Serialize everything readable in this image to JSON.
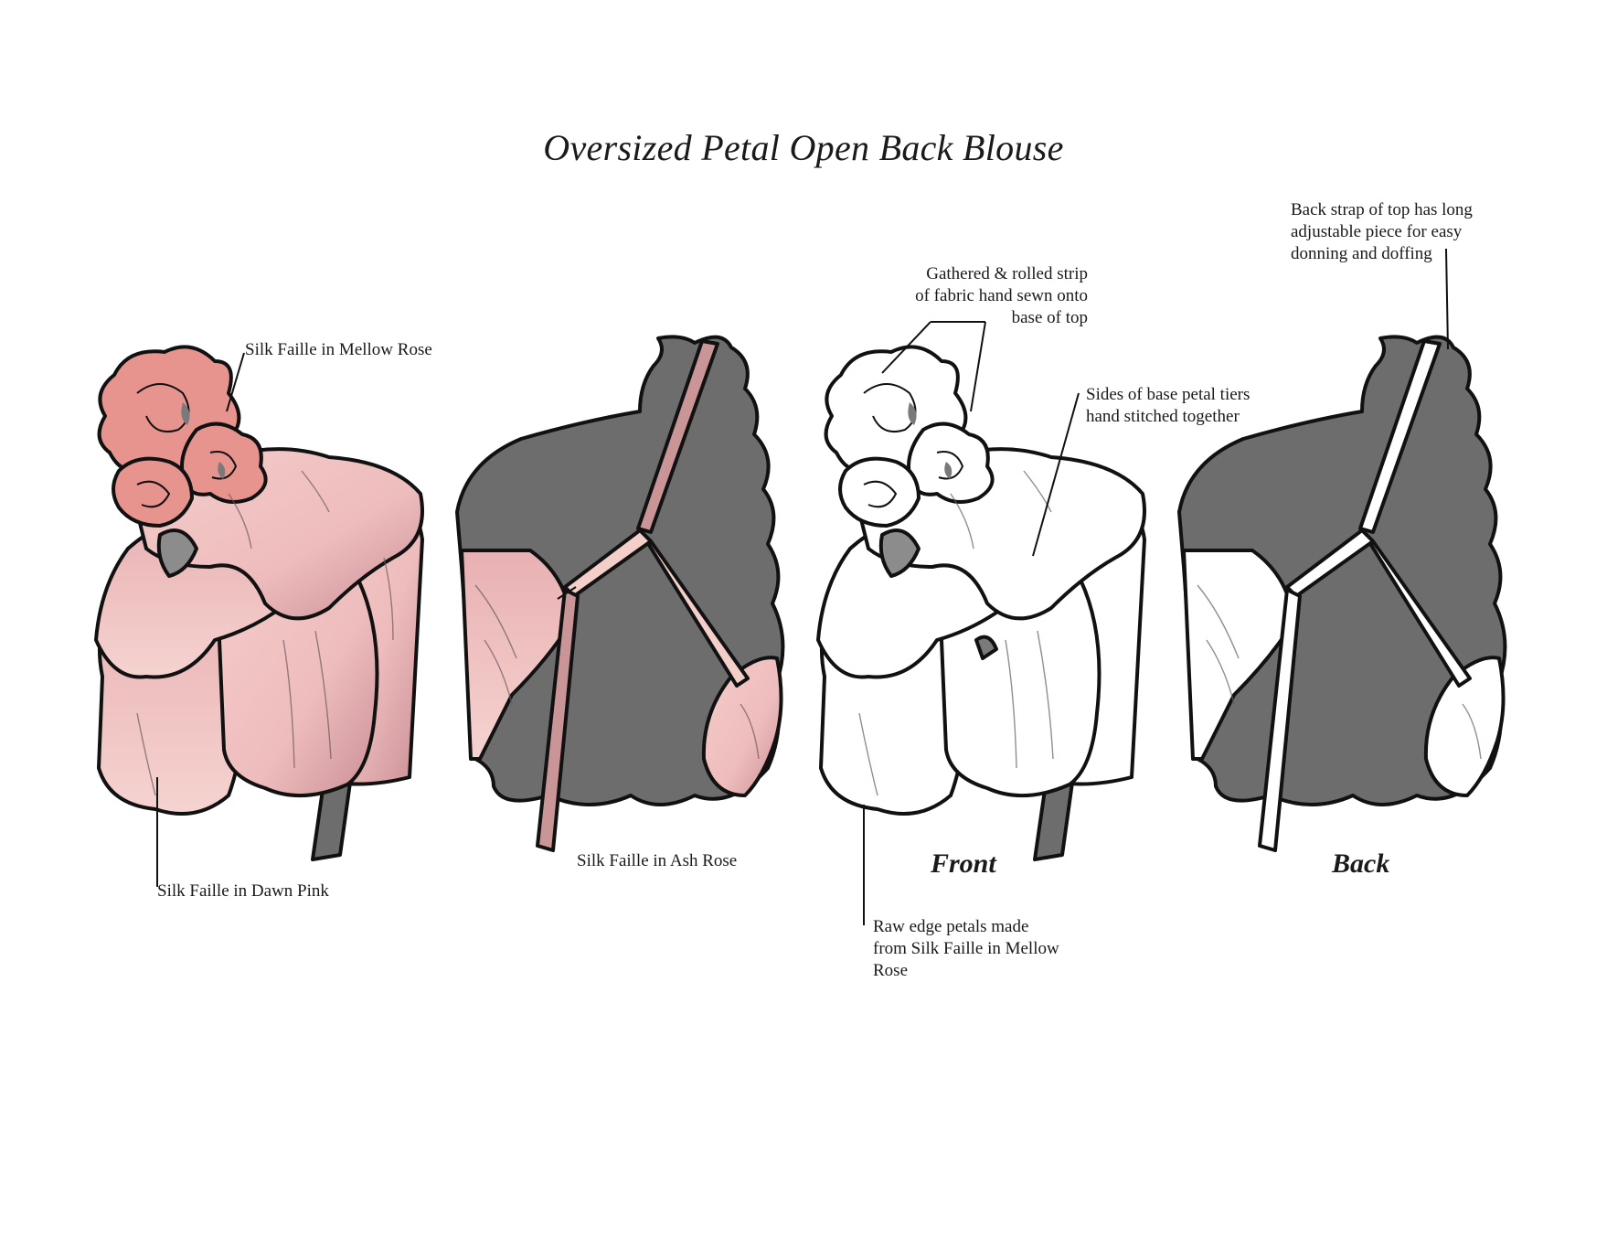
{
  "title": "Oversized Petal Open Back Blouse",
  "colors": {
    "mellow_rose": "#e7948f",
    "dawn_pink": "#f2c6c4",
    "dawn_pink_shadow": "#c98f96",
    "ash_rose": "#c99597",
    "strap_light": "#f4cfc9",
    "charcoal": "#6d6d6d",
    "outline": "#111111"
  },
  "callouts": {
    "mellow_rose": "Silk Faille in Mellow Rose",
    "dawn_pink": "Silk Faille in Dawn Pink",
    "ash_rose": "Silk Faille in Ash Rose",
    "gathered_strip": "Gathered & rolled strip\nof fabric hand sewn onto\nbase of top",
    "sides_tiers": "Sides of base petal tiers\nhand stitched together",
    "back_strap": "Back strap of top has long\nadjustable piece for easy\ndonning and doffing",
    "raw_edge": "Raw edge petals made\nfrom Silk Faille in Mellow\nRose"
  },
  "views": {
    "front": "Front",
    "back": "Back"
  },
  "icons": [
    "rose-corsage-icon"
  ]
}
